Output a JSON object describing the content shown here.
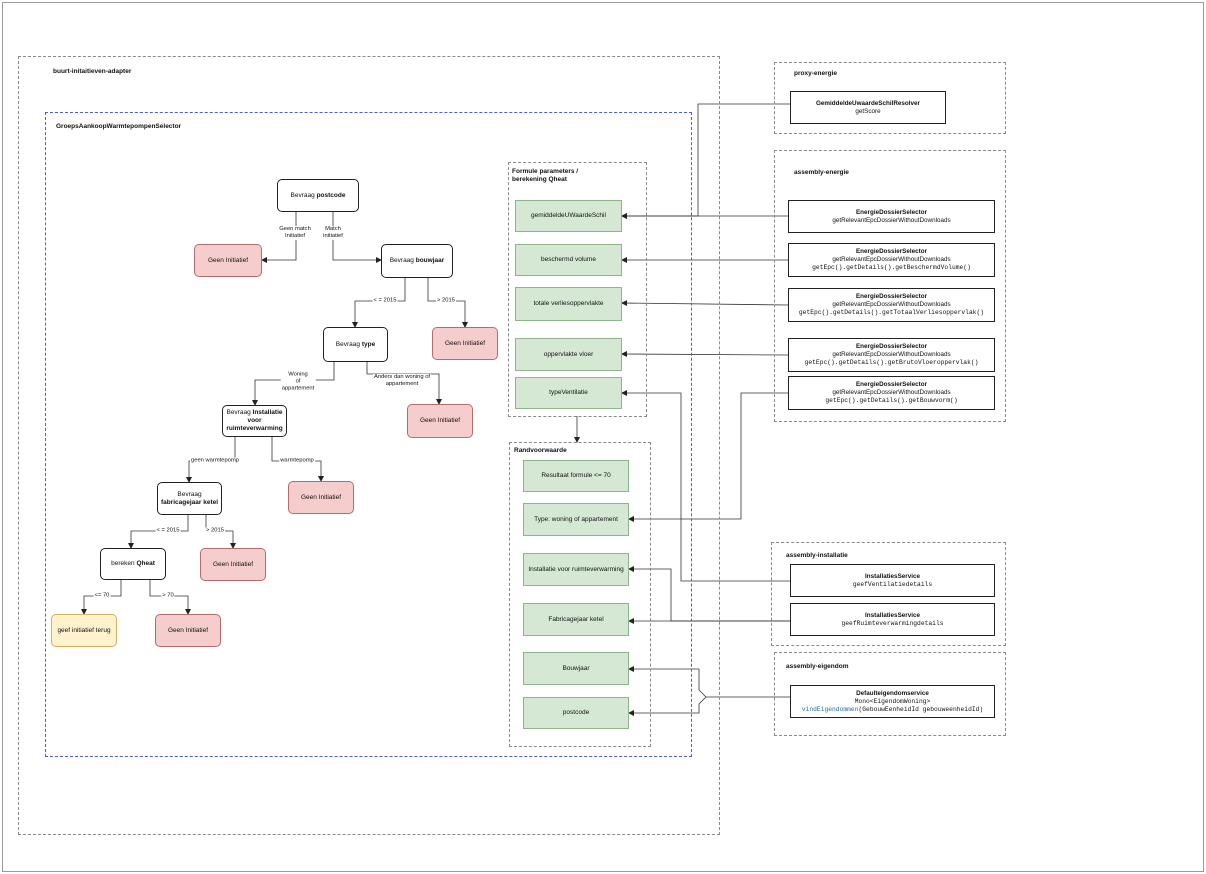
{
  "containers": {
    "adapter": "buurt-initaitieven-adapter",
    "selector": "GroepsAankoopWarmtepompenSelector",
    "formule": "Formule parameters /\nberekening Qheat",
    "randvoorwaarde": "Randvoorwaarde",
    "proxy_energie": "proxy-energie",
    "assembly_energie": "assembly-energie",
    "assembly_installatie": "assembly-installatie",
    "assembly_eigendom": "assembly-eigendom"
  },
  "decisions": {
    "postcode": {
      "prefix": "Bevraag ",
      "bold": "postcode"
    },
    "bouwjaar": {
      "prefix": "Bevraag ",
      "bold": "bouwjaar"
    },
    "type": {
      "prefix": "Bevraag ",
      "bold": "type"
    },
    "installatie": {
      "prefix": "Bevraag ",
      "bold": "Installatie voor ruimteverwarming"
    },
    "fabricage": {
      "prefix": "Bevraag ",
      "bold": "fabricagejaar ketel"
    },
    "qheat": {
      "prefix": "bereken ",
      "bold": "Qheat"
    }
  },
  "outcomes": {
    "geen": "Geen Initiatief",
    "terug": "geef initiatief terug"
  },
  "edge_labels": {
    "geen_match": "Geen match\nInitiatief",
    "match": "Match\ninitiatief",
    "le2015_a": "< = 2015",
    "gt2015_a": "> 2015",
    "woning": "Woning\nof\nappartement",
    "anders": "Anders dan woning of\nappartement",
    "geen_wp": "geen warmtepomp",
    "wp": "warmtepomp",
    "le2015_b": "< = 2015",
    "gt2015_b": "> 2015",
    "le70": "<= 70",
    "gt70": "> 70"
  },
  "formule_items": [
    "gemiddeldeUWaardeSchil",
    "beschermd volume",
    "totale verliesoppervlakte",
    "oppervlakte vloer",
    "typeVentilatie"
  ],
  "rand_items": [
    "Resultaat formule <= 70",
    "Type: woning of appartement",
    "Installatie voor ruimteverwarming",
    "Fabricagejaar ketel",
    "Bouwjaar",
    "postcode"
  ],
  "services": {
    "proxy": {
      "title": "GemiddeldeUwaardeSchilResolver",
      "lines": [
        "getScore"
      ]
    },
    "energie": [
      {
        "title": "EnergieDossierSelector",
        "sub": "getRelevantEpcDossierWithoutDownloads",
        "mono": ""
      },
      {
        "title": "EnergieDossierSelector",
        "sub": "getRelevantEpcDossierWithoutDownloads",
        "mono": "getEpc().getDetails().getBeschermdVolume()"
      },
      {
        "title": "EnergieDossierSelector",
        "sub": "getRelevantEpcDossierWithoutDownloads",
        "mono": "getEpc().getDetails().getTotaalVerliesoppervlak()"
      },
      {
        "title": "EnergieDossierSelector",
        "sub": "getRelevantEpcDossierWithoutDownloads",
        "mono": "getEpc().getDetails().getBrutoVloeroppervlak()"
      },
      {
        "title": "EnergieDossierSelector",
        "sub": "getRelevantEpcDossierWithoutDownloads",
        "mono": "getEpc().getDetails().getBouwvorm()"
      }
    ],
    "installatie": [
      {
        "title": "InstallatiesService",
        "mono": "geefVentilatiedetails"
      },
      {
        "title": "InstallatiesService",
        "mono": "geefRuimteverwarmingdetails"
      }
    ],
    "eigendom": {
      "title": "Defaulteigendomservice",
      "mono1": "Mono<EigendomWoning>",
      "kw": "vindEigendommen",
      "mono2": "(GebouwEenheidId gebouweenheidId)"
    }
  }
}
